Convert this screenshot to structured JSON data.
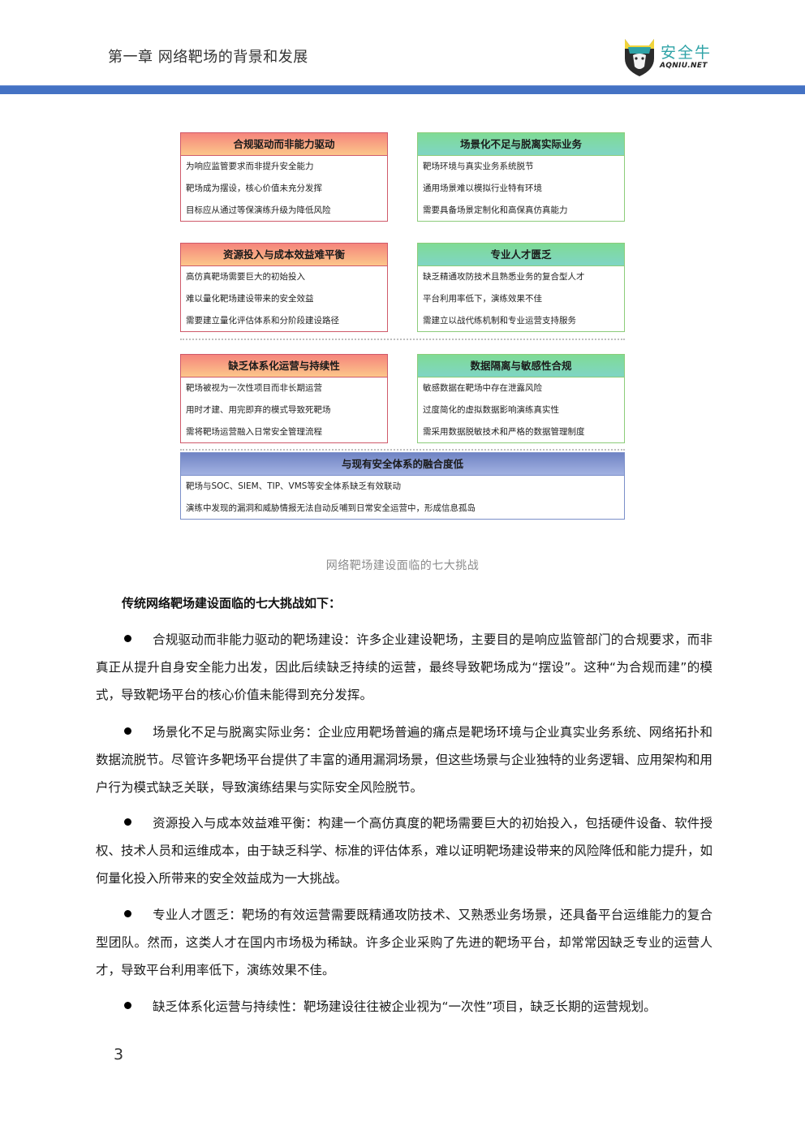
{
  "header": {
    "chapter_title": "第一章 网络靶场的背景和发展",
    "logo": {
      "icon": "bull-shield-logo-icon",
      "name_cn": "安全牛",
      "name_en": "AQNIU.NET"
    },
    "accent_color": "#4472c4"
  },
  "diagram": {
    "challenges": [
      {
        "title": "合规驱动而非能力驱动",
        "theme": "orange",
        "items": [
          "为响应监管要求而非提升安全能力",
          "靶场成为摆设，核心价值未充分发挥",
          "目标应从通过等保演练升级为降低风险"
        ]
      },
      {
        "title": "场景化不足与脱离实际业务",
        "theme": "green",
        "items": [
          "靶场环境与真实业务系统脱节",
          "通用场景难以模拟行业特有环境",
          "需要具备场景定制化和高保真仿真能力"
        ]
      },
      {
        "title": "资源投入与成本效益难平衡",
        "theme": "orange",
        "items": [
          "高仿真靶场需要巨大的初始投入",
          "难以量化靶场建设带来的安全效益",
          "需要建立量化评估体系和分阶段建设路径"
        ]
      },
      {
        "title": "专业人才匮乏",
        "theme": "green",
        "items": [
          "缺乏精通攻防技术且熟悉业务的复合型人才",
          "平台利用率低下，演练效果不佳",
          "需建立以战代练机制和专业运营支持服务"
        ]
      },
      {
        "title": "缺乏体系化运营与持续性",
        "theme": "orange",
        "items": [
          "靶场被视为一次性项目而非长期运营",
          "用时才建、用完即弃的模式导致死靶场",
          "需将靶场运营融入日常安全管理流程"
        ]
      },
      {
        "title": "数据隔离与敏感性合规",
        "theme": "green",
        "items": [
          "敏感数据在靶场中存在泄露风险",
          "过度简化的虚拟数据影响演练真实性",
          "需采用数据脱敏技术和严格的数据管理制度"
        ]
      },
      {
        "title": "与现有安全体系的融合度低",
        "theme": "blue",
        "items": [
          "靶场与SOC、SIEM、TIP、VMS等安全体系缺乏有效联动",
          "演练中发现的漏洞和威胁情报无法自动反哺到日常安全运营中，形成信息孤岛"
        ]
      }
    ],
    "colors": {
      "orange_border": "#cf5a6a",
      "green_border": "#8ccc7a",
      "blue_border": "#7b8fc9"
    }
  },
  "caption": "网络靶场建设面临的七大挑战",
  "section_heading": "传统网络靶场建设面临的七大挑战如下：",
  "paragraphs": [
    "合规驱动而非能力驱动的靶场建设：许多企业建设靶场，主要目的是响应监管部门的合规要求，而非真正从提升自身安全能力出发，因此后续缺乏持续的运营，最终导致靶场成为“摆设”。这种“为合规而建”的模式，导致靶场平台的核心价值未能得到充分发挥。",
    "场景化不足与脱离实际业务：企业应用靶场普遍的痛点是靶场环境与企业真实业务系统、网络拓扑和数据流脱节。尽管许多靶场平台提供了丰富的通用漏洞场景，但这些场景与企业独特的业务逻辑、应用架构和用户行为模式缺乏关联，导致演练结果与实际安全风险脱节。",
    "资源投入与成本效益难平衡：构建一个高仿真度的靶场需要巨大的初始投入，包括硬件设备、软件授权、技术人员和运维成本，由于缺乏科学、标准的评估体系，难以证明靶场建设带来的风险降低和能力提升，如何量化投入所带来的安全效益成为一大挑战。",
    "专业人才匮乏：靶场的有效运营需要既精通攻防技术、又熟悉业务场景，还具备平台运维能力的复合型团队。然而，这类人才在国内市场极为稀缺。许多企业采购了先进的靶场平台，却常常因缺乏专业的运营人才，导致平台利用率低下，演练效果不佳。",
    "缺乏体系化运营与持续性：靶场建设往往被企业视为“一次性”项目，缺乏长期的运营规划。"
  ],
  "page_number": "3"
}
